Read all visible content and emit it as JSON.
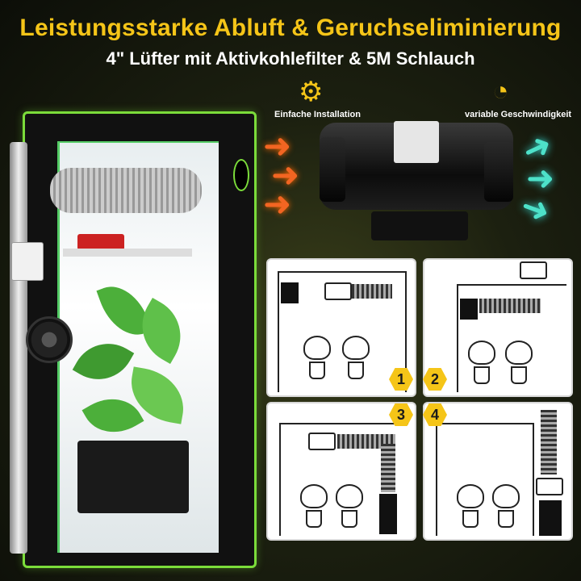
{
  "header": {
    "title": "Leistungsstarke Abluft & Geruchseliminierung",
    "subtitle": "4\" Lüfter mit Aktivkohlefilter & 5M Schlauch"
  },
  "features": [
    {
      "label": "Einfache Installation",
      "icon": "gear-wrench-icon"
    },
    {
      "label": "variable Geschwindigkeit",
      "icon": "speedometer-icon"
    }
  ],
  "steps": [
    {
      "number": "1"
    },
    {
      "number": "2"
    },
    {
      "number": "3"
    },
    {
      "number": "4"
    }
  ],
  "colors": {
    "accent": "#f5c518",
    "tent_trim": "#7bdc3a",
    "hot_air": "#f26522",
    "cool_air": "#4de1c9"
  }
}
